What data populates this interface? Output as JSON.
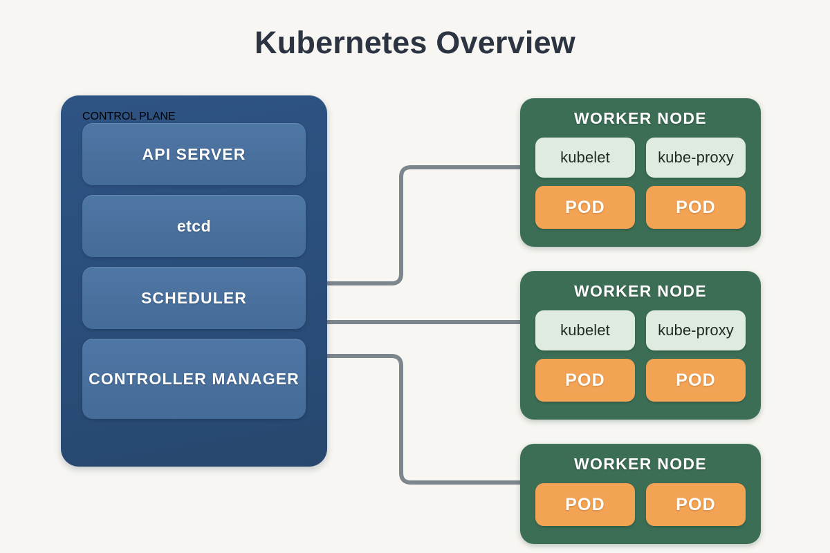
{
  "title": "Kubernetes Overview",
  "colors": {
    "background": "#f7f6f2",
    "title_text": "#2b3440",
    "control_plane_top": "#2e5484",
    "control_plane_bottom": "#27476e",
    "control_plane_box": "#4a71a0",
    "worker_node": "#3c6e55",
    "component_box": "#dfeae0",
    "pod_box": "#f2a354",
    "connector_line": "#7d858d"
  },
  "control_plane": {
    "title": "CONTROL PLANE",
    "components": [
      {
        "label": "API SERVER",
        "style": "uppercase"
      },
      {
        "label": "etcd",
        "style": "lowercase"
      },
      {
        "label": "SCHEDULER",
        "style": "uppercase"
      },
      {
        "label": "CONTROLLER MANAGER",
        "style": "uppercase"
      }
    ]
  },
  "worker_nodes": [
    {
      "title": "WORKER NODE",
      "components": [
        "kubelet",
        "kube-proxy"
      ],
      "pods": [
        "POD",
        "POD"
      ]
    },
    {
      "title": "WORKER NODE",
      "components": [
        "kubelet",
        "kube-proxy"
      ],
      "pods": [
        "POD",
        "POD"
      ]
    },
    {
      "title": "WORKER NODE",
      "components": [],
      "pods": [
        "POD",
        "POD"
      ]
    }
  ],
  "connectors": [
    {
      "from": "control-plane",
      "to": "worker-node-1"
    },
    {
      "from": "control-plane",
      "to": "worker-node-2"
    },
    {
      "from": "control-plane",
      "to": "worker-node-3"
    }
  ]
}
